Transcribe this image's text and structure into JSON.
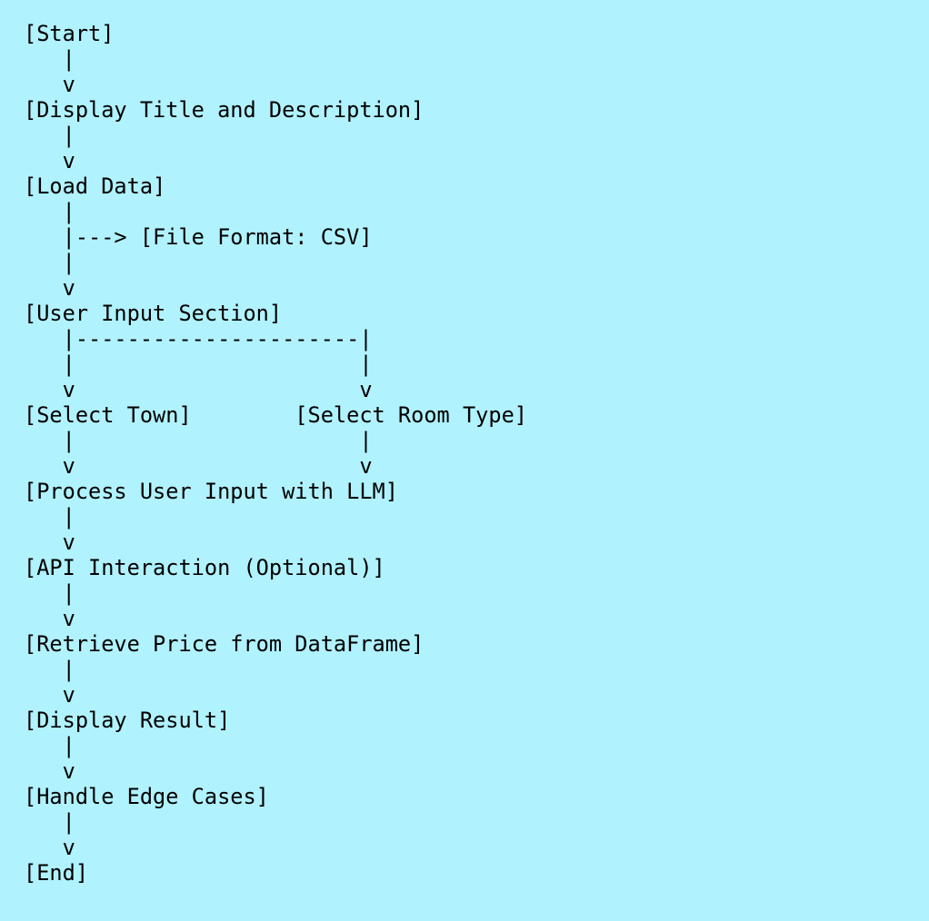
{
  "diagram": {
    "lines": [
      "[Start]",
      "   |",
      "   v",
      "[Display Title and Description]",
      "   |",
      "   v",
      "[Load Data]",
      "   |",
      "   |---> [File Format: CSV]",
      "   |",
      "   v",
      "[User Input Section]",
      "   |----------------------|",
      "   |                      |",
      "   v                      v",
      "[Select Town]        [Select Room Type]",
      "   |                      |",
      "   v                      v",
      "[Process User Input with LLM]",
      "   |",
      "   v",
      "[API Interaction (Optional)]",
      "   |",
      "   v",
      "[Retrieve Price from DataFrame]",
      "   |",
      "   v",
      "[Display Result]",
      "   |",
      "   v",
      "[Handle Edge Cases]",
      "   |",
      "   v",
      "[End]"
    ]
  }
}
